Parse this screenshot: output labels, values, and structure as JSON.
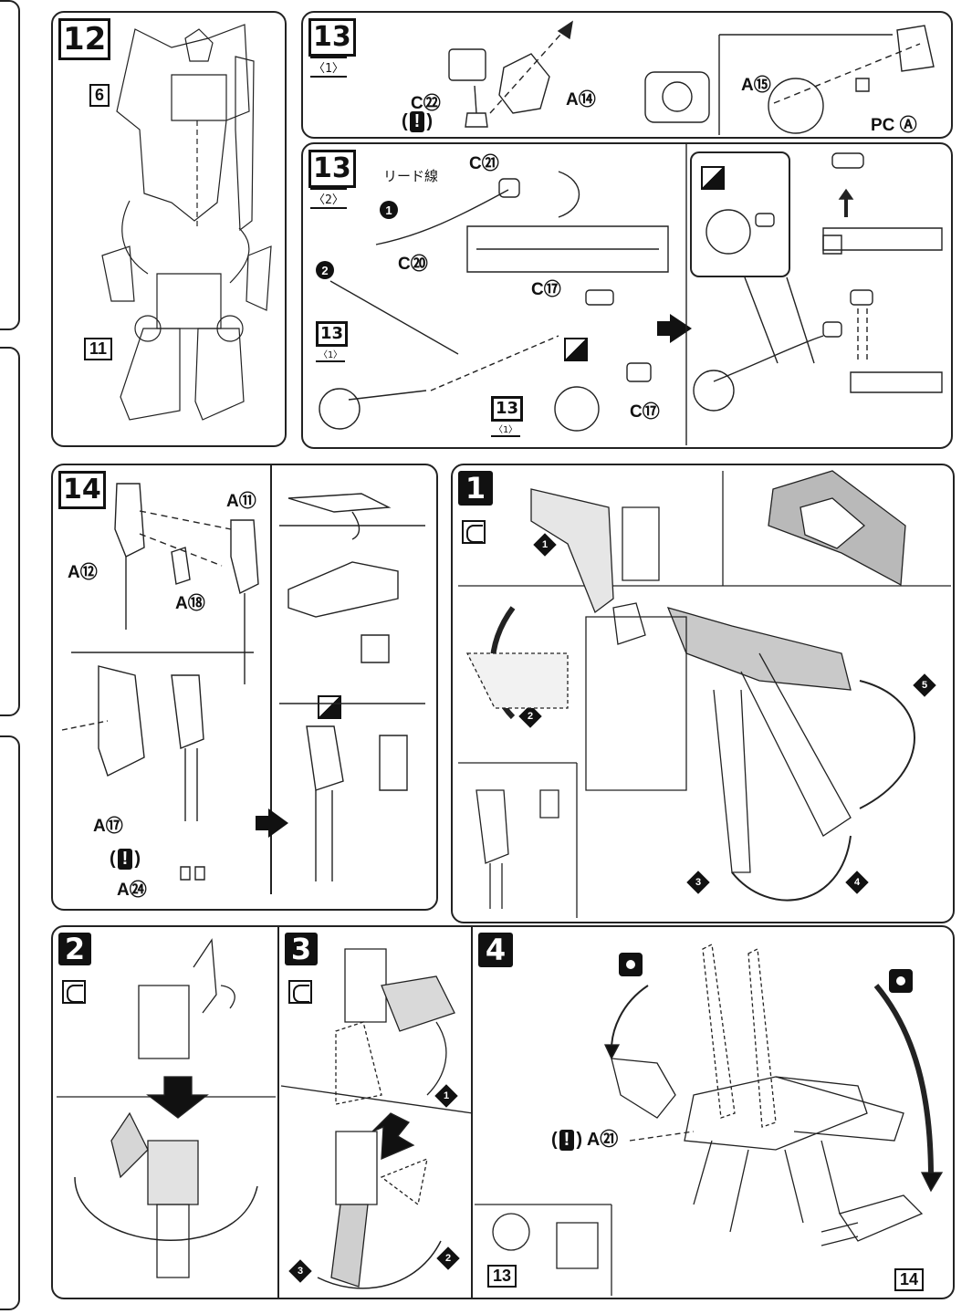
{
  "steps": {
    "s12": {
      "number": "12",
      "refs": [
        "6",
        "11"
      ]
    },
    "s13_1": {
      "number": "13",
      "sub": "〈1〉",
      "parts": [
        "C㉒",
        "A⑭",
        "A⑮",
        "PC Ⓐ"
      ],
      "warn_open": "(",
      "warn_mark": "!",
      "warn_close": ")"
    },
    "s13_2": {
      "number": "13",
      "sub": "〈2〉",
      "wire_label": "リード線",
      "parts": [
        "C㉑",
        "C⑳",
        "C⑰",
        "C⑰"
      ],
      "ref_num": "13",
      "ref_sub": "〈1〉",
      "ref2_num": "13",
      "ref2_sub": "〈1〉",
      "order": [
        "1",
        "2"
      ]
    },
    "s14": {
      "number": "14",
      "parts": [
        "A⑪",
        "A⑫",
        "A⑱",
        "A⑰",
        "A㉔"
      ],
      "warn_open": "(",
      "warn_mark": "!",
      "warn_close": ")"
    },
    "t1": {
      "number": "1",
      "order": [
        "1",
        "2",
        "3",
        "4",
        "5"
      ]
    },
    "t2": {
      "number": "2"
    },
    "t3": {
      "number": "3",
      "order": [
        "1",
        "2",
        "3"
      ]
    },
    "t4": {
      "number": "4",
      "part": "A㉑",
      "refs": [
        "13",
        "14"
      ],
      "warn_open": "(",
      "warn_mark": "!",
      "warn_close": ")"
    }
  },
  "icons": {
    "seal": "seal-icon",
    "move": "movable-part-icon",
    "rotate": "rotate-icon"
  }
}
